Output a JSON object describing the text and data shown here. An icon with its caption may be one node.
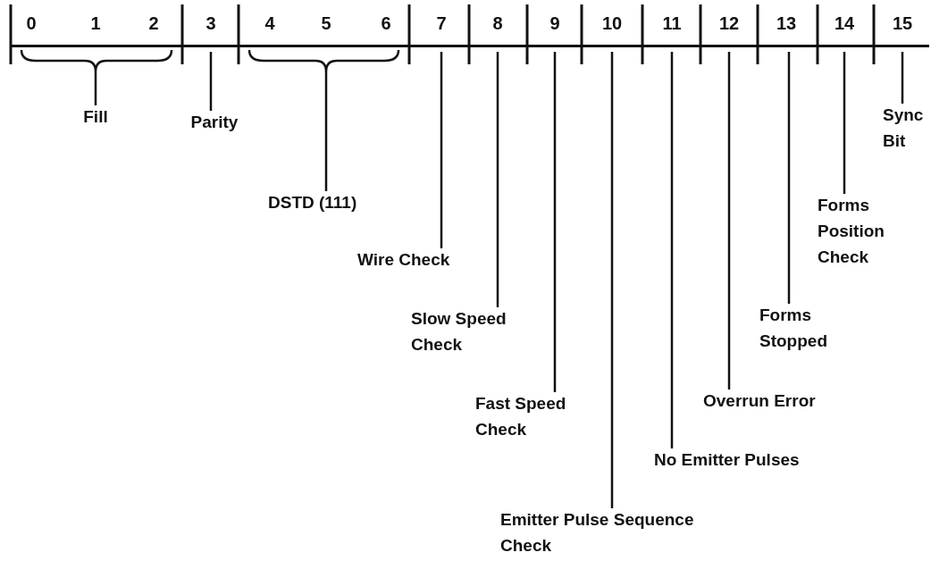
{
  "diagram": {
    "nodes": [
      {
        "text": [
          "0",
          "1",
          "2"
        ]
      },
      {
        "text": [
          "3"
        ]
      },
      {
        "text": [
          "4",
          "5",
          "6"
        ]
      },
      {
        "text": [
          "7"
        ]
      },
      {
        "text": [
          "8"
        ]
      },
      {
        "text": [
          "9"
        ]
      },
      {
        "text": [
          "10"
        ]
      },
      {
        "text": [
          "11"
        ]
      },
      {
        "text": [
          "12"
        ]
      },
      {
        "text": [
          "13"
        ]
      },
      {
        "text": [
          "14"
        ]
      },
      {
        "text": [
          "15"
        ]
      },
      {
        "text": [
          "Fill"
        ]
      },
      {
        "text": [
          "Parity"
        ]
      },
      {
        "text": [
          "DSTD (111)"
        ]
      },
      {
        "text": [
          "Wire Check"
        ]
      },
      {
        "text": [
          "Slow Speed Check"
        ]
      },
      {
        "text": [
          "Fast Speed Check"
        ]
      },
      {
        "text": [
          "Emitter Pulse Sequence Check"
        ]
      },
      {
        "text": [
          "No Emitter Pulses"
        ]
      },
      {
        "text": [
          "Overrun Error"
        ]
      },
      {
        "text": [
          "Forms Stopped"
        ]
      },
      {
        "text": [
          "Forms Position Check"
        ]
      },
      {
        "text": [
          "Sync Bit"
        ]
      }
    ],
    "edges": [
      {
        "from": 12,
        "to": 0,
        "arrow": "none"
      },
      {
        "from": 13,
        "to": 1,
        "arrow": "none"
      },
      {
        "from": 14,
        "to": 2,
        "arrow": "none"
      },
      {
        "from": 15,
        "to": 3,
        "arrow": "none"
      },
      {
        "from": 16,
        "to": 4,
        "arrow": "none"
      },
      {
        "from": 17,
        "to": 5,
        "arrow": "none"
      },
      {
        "from": 18,
        "to": 6,
        "arrow": "none"
      },
      {
        "from": 19,
        "to": 7,
        "arrow": "none"
      },
      {
        "from": 20,
        "to": 8,
        "arrow": "none"
      },
      {
        "from": 21,
        "to": 9,
        "arrow": "none"
      },
      {
        "from": 22,
        "to": 10,
        "arrow": "none"
      },
      {
        "from": 23,
        "to": 11,
        "arrow": "none"
      }
    ]
  }
}
